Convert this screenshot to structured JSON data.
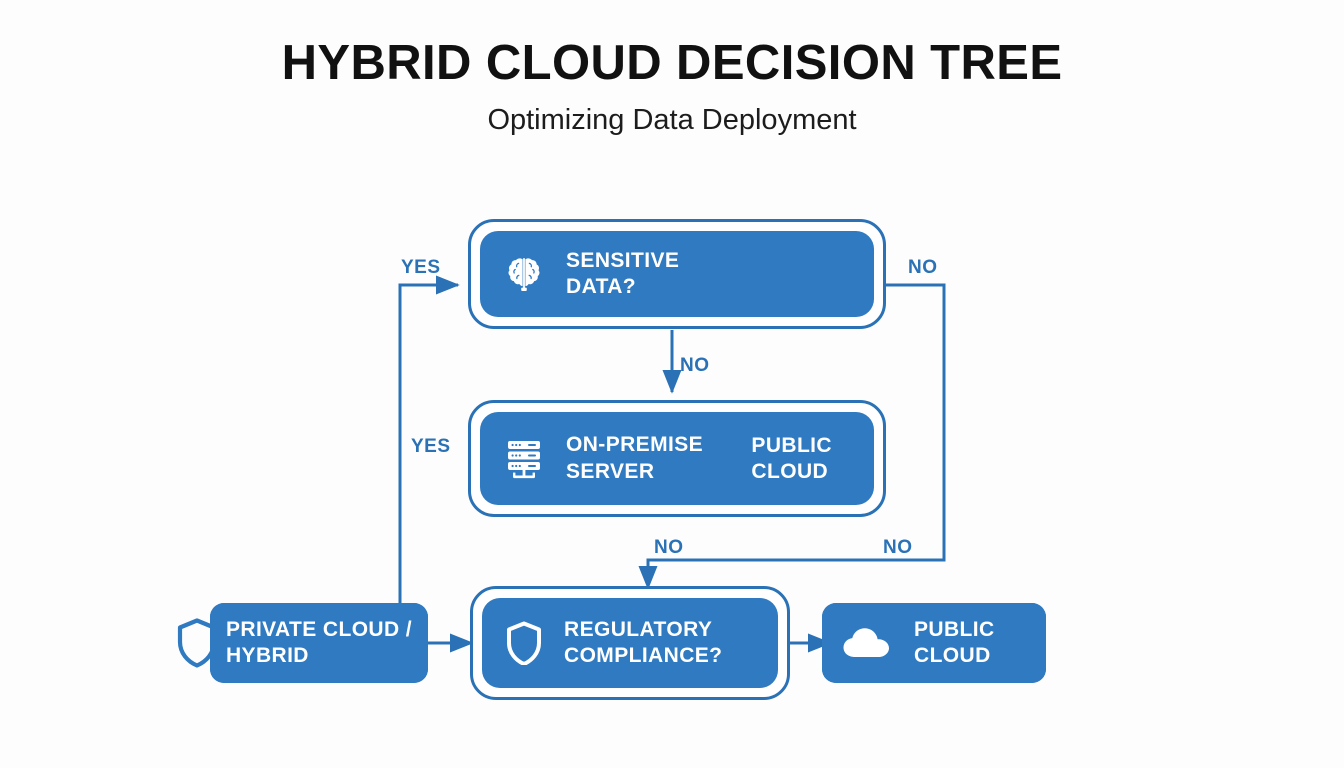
{
  "header": {
    "title": "HYBRID CLOUD DECISION TREE",
    "subtitle": "Optimizing Data Deployment"
  },
  "colors": {
    "background": "#fdfdfe",
    "node_fill": "#2f7ac0",
    "node_border": "#2a72b5",
    "connector": "#2a72b5",
    "label_text": "#2a72b5",
    "node_text": "#ffffff",
    "title_text": "#111111"
  },
  "nodes": [
    {
      "id": "sensitive-data",
      "label": "SENSITIVE\nDATA?",
      "icon": "brain-icon",
      "style": "decision"
    },
    {
      "id": "on-premise-server",
      "label": "ON-PREMISE\nSERVER",
      "label_right": "PUBLIC\nCLOUD",
      "icon": "server-rack-icon",
      "style": "decision"
    },
    {
      "id": "private-cloud-hybrid",
      "label": "PRIVATE CLOUD /\nHYBRID",
      "icon": "shield-outline-icon",
      "style": "outcome"
    },
    {
      "id": "regulatory-compliance",
      "label": "REGULATORY\nCOMPLIANCE?",
      "icon": "shield-icon",
      "style": "decision"
    },
    {
      "id": "public-cloud",
      "label": "PUBLIC\nCLOUD",
      "icon": "cloud-icon",
      "style": "outcome"
    }
  ],
  "edges": [
    {
      "id": "yes-to-sensitive",
      "label": "YES"
    },
    {
      "id": "no-from-sensitive-right",
      "label": "NO"
    },
    {
      "id": "no-sensitive-to-onprem",
      "label": "NO"
    },
    {
      "id": "yes-onprem-to-private",
      "label": "YES"
    },
    {
      "id": "no-to-compliance-left",
      "label": "NO"
    },
    {
      "id": "no-to-compliance-right",
      "label": "NO"
    }
  ]
}
